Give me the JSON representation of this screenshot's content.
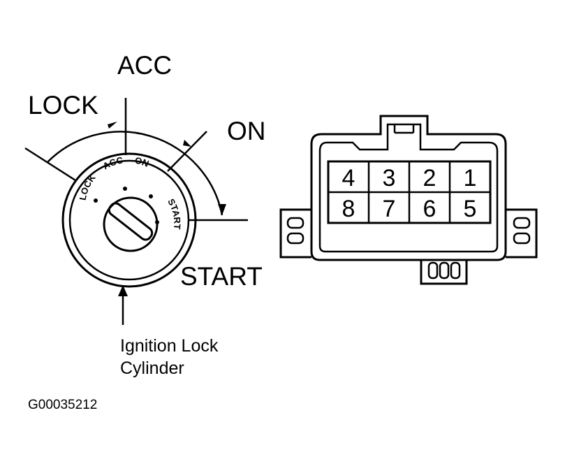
{
  "switch": {
    "labels": {
      "acc": "ACC",
      "lock": "LOCK",
      "on": "ON",
      "start": "START"
    },
    "ring_labels": {
      "lock": "LOCK",
      "acc": "ACC",
      "on": "ON",
      "start": "START"
    },
    "caption_line1": "Ignition Lock",
    "caption_line2": "Cylinder"
  },
  "connector": {
    "pins_top": [
      "4",
      "3",
      "2",
      "1"
    ],
    "pins_bottom": [
      "8",
      "7",
      "6",
      "5"
    ]
  },
  "figure_code": "G00035212"
}
